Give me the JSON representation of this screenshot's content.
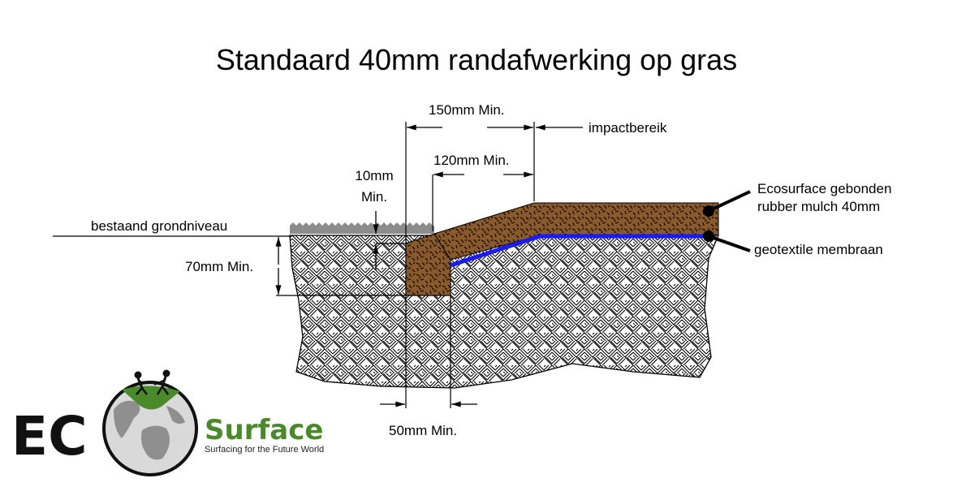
{
  "title": "Standaard 40mm randafwerking op gras",
  "labels": {
    "dim_150": "150mm Min.",
    "impact": "impactbereik",
    "dim_120": "120mm Min.",
    "dim_10_line1": "10mm",
    "dim_10_line2": "Min.",
    "ground": "bestaand grondniveau",
    "dim_70": "70mm Min.",
    "dim_50": "50mm Min.",
    "mulch_line1": "Ecosurface gebonden",
    "mulch_line2": "rubber mulch 40mm",
    "membrane": "geotextile membraan"
  },
  "logo": {
    "letters": "EC",
    "word": "Surface",
    "tagline": "Surfacing for the Future World"
  },
  "colors": {
    "mulch": "#8a5a2b",
    "membrane": "#1a1aff",
    "grass": "#8c8c8c",
    "logo_green": "#4a8a2a"
  }
}
